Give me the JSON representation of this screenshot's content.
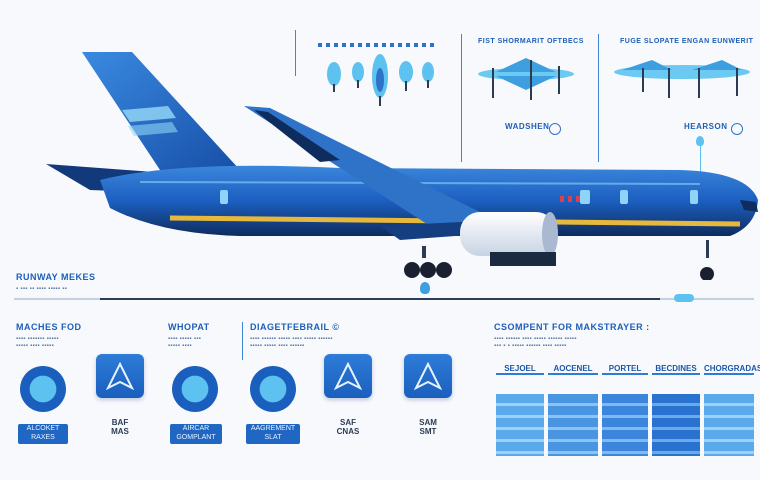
{
  "colors": {
    "primary": "#1a5fbe",
    "accent": "#5ec2f0",
    "stripe": "#e8b83c",
    "dark": "#0e2c5e"
  },
  "sections": {
    "runway": "RUNWAY MEKES",
    "left": "MACHES FOD",
    "mid_a": "WHOPAT",
    "mid_b": "DIAGETFEBRAIL ©",
    "right": "CSOMPENT FOR MAKSTRAYER :"
  },
  "top_panels": {
    "panel_a": "FIST SHORMARIT OFTBECS",
    "panel_b": "FUGE SLOPATE ENGAN EUNWERIT",
    "tag_a": "WADSHEN",
    "tag_b": "HEARSON"
  },
  "icons": [
    {
      "name": "engine-icon",
      "caption": [
        "",
        ""
      ],
      "badge": "ALCOKET RAXES"
    },
    {
      "name": "plane-icon",
      "caption": [
        "BAF",
        "MAS"
      ],
      "badge": ""
    },
    {
      "name": "engine-icon",
      "caption": [
        "",
        ""
      ],
      "badge": "AIRCAR GOMPLANT"
    },
    {
      "name": "engine-icon",
      "caption": [
        "",
        ""
      ],
      "badge": "AAGREMENT SLAT"
    },
    {
      "name": "plane-icon",
      "caption": [
        "SAF",
        "CNAS"
      ],
      "badge": ""
    },
    {
      "name": "plane-icon",
      "caption": [
        "SAM",
        "SMT"
      ],
      "badge": ""
    }
  ],
  "table": {
    "headers": [
      "SEJOEL",
      "AOCENEL",
      "PORTEL",
      "BECDINES",
      "CHORGRADAS"
    ]
  }
}
